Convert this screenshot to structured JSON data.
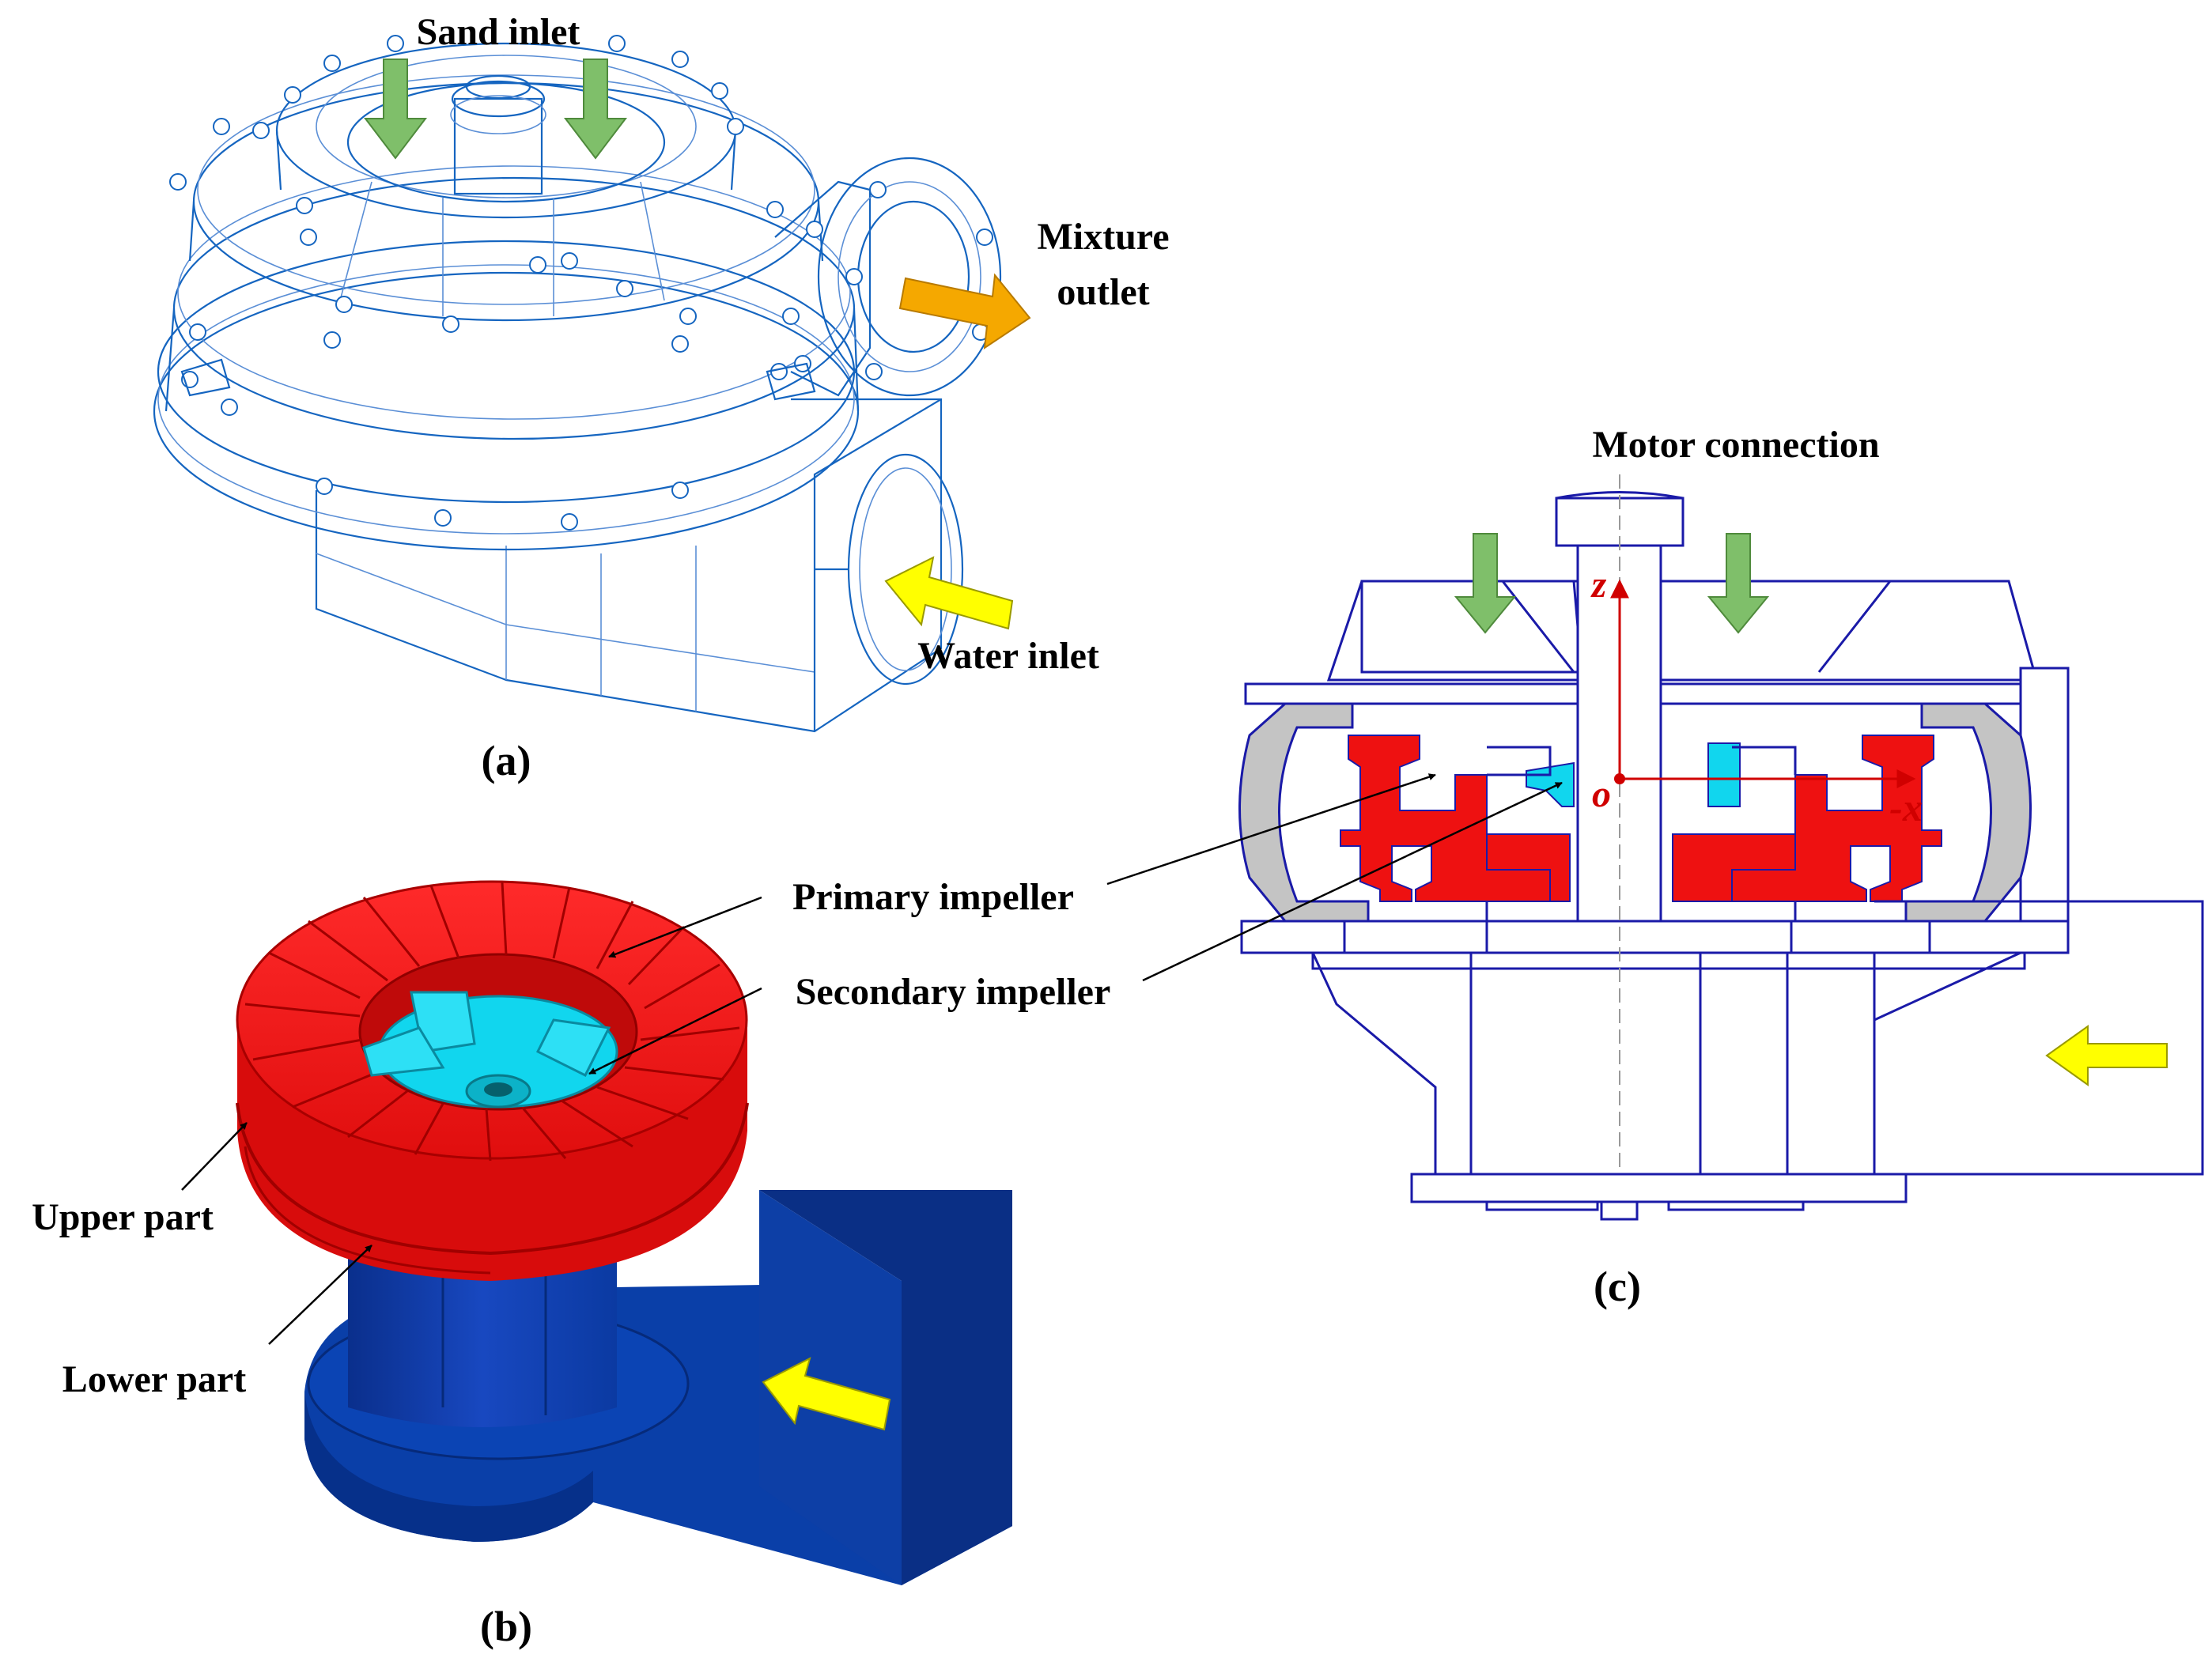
{
  "panels": {
    "a": {
      "caption": "(a)",
      "labels": {
        "sand_inlet": "Sand inlet",
        "mixture_outlet_line1": "Mixture",
        "mixture_outlet_line2": "outlet",
        "water_inlet": "Water inlet"
      }
    },
    "b": {
      "caption": "(b)",
      "labels": {
        "primary_impeller": "Primary impeller",
        "secondary_impeller": "Secondary impeller",
        "upper_part": "Upper part",
        "lower_part": "Lower part"
      }
    },
    "c": {
      "caption": "(c)",
      "labels": {
        "motor_connection": "Motor connection",
        "axis_z": "z",
        "axis_x": "-x",
        "origin": "o"
      }
    }
  },
  "colors": {
    "sand_arrow": "#7fbf6a",
    "mixture_arrow": "#f5a800",
    "water_arrow": "#ffff00",
    "primary_impeller": "#ee1111",
    "secondary_impeller": "#11d6ee",
    "casing_section": "#c4c4c4",
    "base": "#0a3fa8",
    "wireframe": "#1565c0",
    "axis": "#d00000"
  }
}
